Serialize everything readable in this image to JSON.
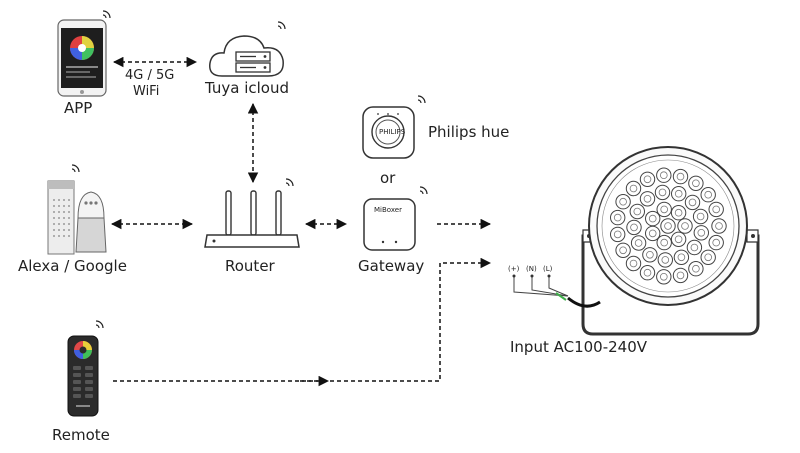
{
  "labels": {
    "app": "APP",
    "link_4g": "4G / 5G",
    "link_wifi": "WiFi",
    "cloud": "Tuya icloud",
    "alexa_google": "Alexa / Google",
    "router": "Router",
    "philips": "Philips hue",
    "or": "or",
    "gateway": "Gateway",
    "remote": "Remote",
    "input": "Input AC100-240V",
    "wire_plus": "(+)",
    "wire_n": "(N)",
    "wire_l": "(L)",
    "gateway_brand": "MiBoxer",
    "hub_brand": "PHILIPS"
  },
  "icons": {
    "app": "smartphone-icon",
    "cloud": "cloud-server-icon",
    "speaker": "smart-speaker-icon",
    "router": "router-icon",
    "hue_bridge": "hue-bridge-icon",
    "gateway": "gateway-icon",
    "remote": "remote-control-icon",
    "light": "flood-light-icon"
  }
}
